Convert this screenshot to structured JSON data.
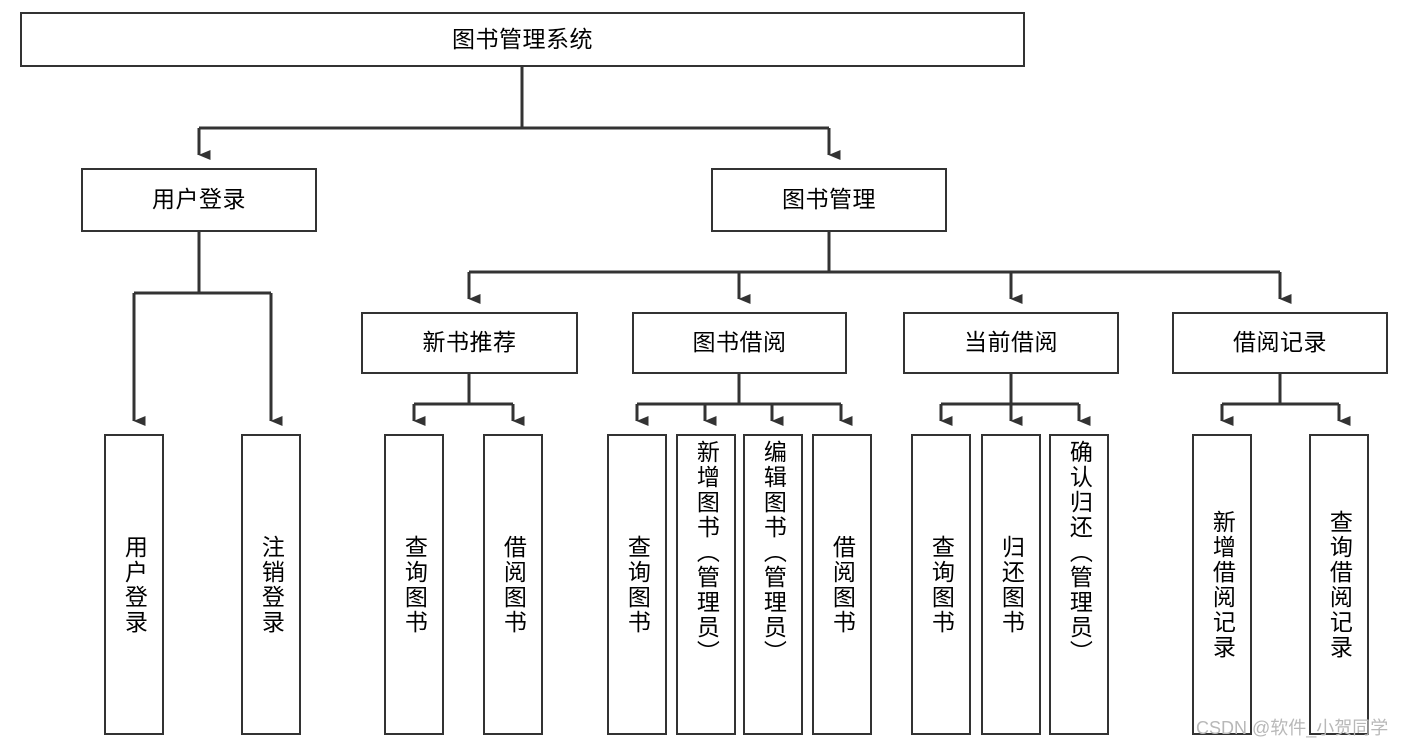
{
  "diagram": {
    "title": "图书管理系统",
    "type": "tree",
    "watermark": "CSDN @软件_小贺同学",
    "colors": {
      "box_border": "#333333",
      "box_fill": "#ffffff",
      "edge": "#333333",
      "text": "#000000",
      "watermark": "#b8b8b8",
      "background": "#ffffff"
    },
    "nodes": {
      "root": {
        "label": "图书管理系统"
      },
      "l2": [
        {
          "id": "user-login",
          "label": "用户登录"
        },
        {
          "id": "book-manage",
          "label": "图书管理"
        }
      ],
      "l3": [
        {
          "id": "new-book-recommend",
          "label": "新书推荐"
        },
        {
          "id": "book-borrow",
          "label": "图书借阅"
        },
        {
          "id": "current-borrow",
          "label": "当前借阅"
        },
        {
          "id": "borrow-record",
          "label": "借阅记录"
        }
      ],
      "leaves": {
        "user_login": [
          {
            "id": "leaf-user-login",
            "label": "用户登录"
          },
          {
            "id": "leaf-logout",
            "label": "注销登录"
          }
        ],
        "new_book_recommend": [
          {
            "id": "leaf-query-book-1",
            "label": "查询图书"
          },
          {
            "id": "leaf-borrow-book-1",
            "label": "借阅图书"
          }
        ],
        "book_borrow": [
          {
            "id": "leaf-query-book-2",
            "label": "查询图书"
          },
          {
            "id": "leaf-add-book",
            "label": "新增图书（管理员）"
          },
          {
            "id": "leaf-edit-book",
            "label": "编辑图书（管理员）"
          },
          {
            "id": "leaf-borrow-book-2",
            "label": "借阅图书"
          }
        ],
        "current_borrow": [
          {
            "id": "leaf-query-book-3",
            "label": "查询图书"
          },
          {
            "id": "leaf-return-book",
            "label": "归还图书"
          },
          {
            "id": "leaf-confirm-return",
            "label": "确认归还（管理员）"
          }
        ],
        "borrow_record": [
          {
            "id": "leaf-add-record",
            "label": "新增借阅记录"
          },
          {
            "id": "leaf-query-record",
            "label": "查询借阅记录"
          }
        ]
      }
    }
  }
}
